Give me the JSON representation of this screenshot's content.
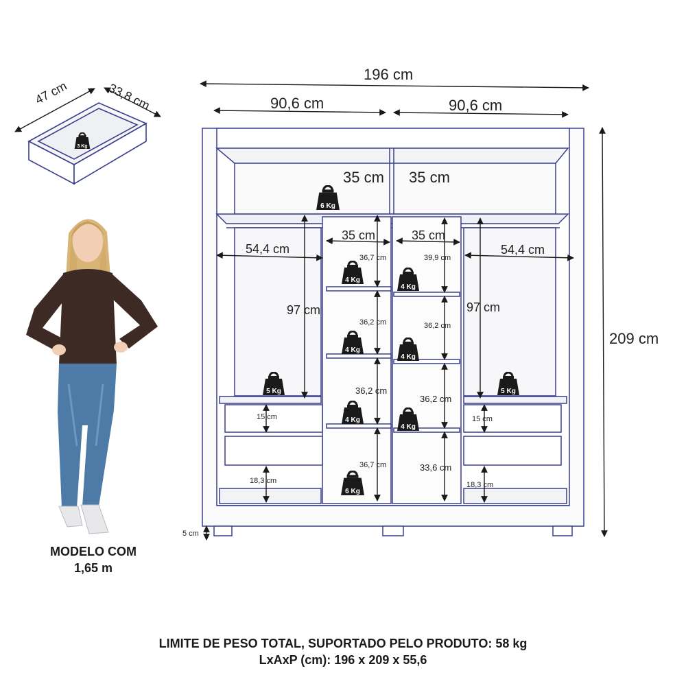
{
  "dimensions": {
    "total_width": "196 cm",
    "door_left_width": "90,6 cm",
    "door_right_width": "90,6 cm",
    "height": "209 cm",
    "top_left_depth": "35 cm",
    "top_right_depth": "35 cm",
    "center_left_width": "35 cm",
    "center_right_width": "35 cm",
    "left_section_width": "54,4 cm",
    "right_section_width": "54,4 cm",
    "left_hanging_height": "97 cm",
    "right_hanging_height": "97 cm",
    "center_left_gaps": [
      "36,7 cm",
      "36,2 cm",
      "36,2 cm",
      "36,7 cm"
    ],
    "center_right_gaps": [
      "39,9 cm",
      "36,2 cm",
      "36,2 cm",
      "33,6 cm"
    ],
    "left_drawer_height": "15 cm",
    "right_drawer_height": "15 cm",
    "left_bottom_gap": "18,3 cm",
    "right_bottom_gap": "18,3 cm",
    "feet_height": "5 cm"
  },
  "drawer_detail": {
    "width": "47 cm",
    "depth": "33,8 cm",
    "weight": "3 Kg"
  },
  "weights": {
    "top": "6 Kg",
    "left_side": "5 Kg",
    "right_side": "5 Kg",
    "center_left_1": "4 Kg",
    "center_left_2": "4 Kg",
    "center_left_3": "4 Kg",
    "center_left_bottom": "6 Kg",
    "center_right_1": "4 Kg",
    "center_right_2": "4 Kg",
    "center_right_3": "4 Kg"
  },
  "model": {
    "line1": "MODELO COM",
    "line2": "1,65 m"
  },
  "footer": {
    "weight_limit": "LIMITE DE PESO TOTAL, SUPORTADO PELO PRODUTO: 58 kg",
    "size": "LxAxP (cm): 196 x 209 x 55,6"
  },
  "icons": [
    "weight-icon",
    "person-figure"
  ],
  "colors": {
    "outline": "#3a3f8f",
    "dimension_line": "#1a1a1a",
    "weight_icon": "#1a1a1a",
    "shelf_fill": "#ffffff"
  }
}
